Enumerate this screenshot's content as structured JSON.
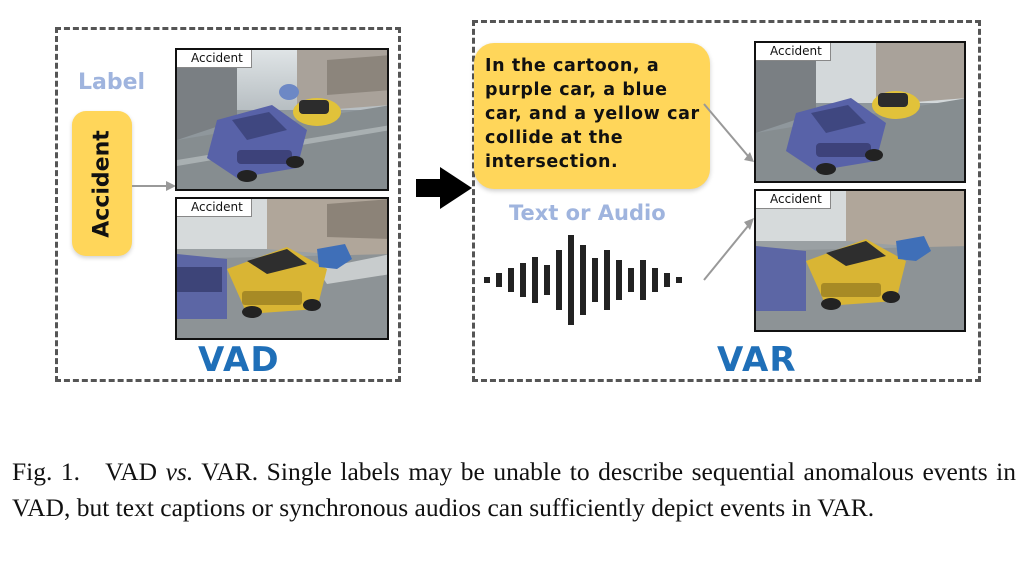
{
  "vad": {
    "label_title": "Label",
    "label_value": "Accident",
    "caption": "VAD",
    "frames": [
      {
        "tag": "Accident"
      },
      {
        "tag": "Accident"
      }
    ]
  },
  "var": {
    "text_caption": "In the cartoon, a purple car, a blue car, and a yellow car collide at the intersection.",
    "modality_label": "Text or Audio",
    "caption": "VAR",
    "frames": [
      {
        "tag": "Accident"
      },
      {
        "tag": "Accident"
      }
    ]
  },
  "figure_caption": {
    "prefix": "Fig. 1.",
    "part1": "VAD",
    "vs": "vs.",
    "part2": "VAR. Single labels may be unable to describe sequential anomalous events in VAD, but text captions or synchronous audios can sufficiently depict events in VAR."
  },
  "colors": {
    "label_fill": "#ffd65a",
    "caption_blue": "#1f6fb8",
    "light_blue_text": "#9fb4de",
    "dashed_border": "#555555",
    "arrow_gray": "#999999"
  },
  "icons": {
    "transition_arrow": "black-right-arrow-icon",
    "waveform": "audio-waveform-icon"
  }
}
